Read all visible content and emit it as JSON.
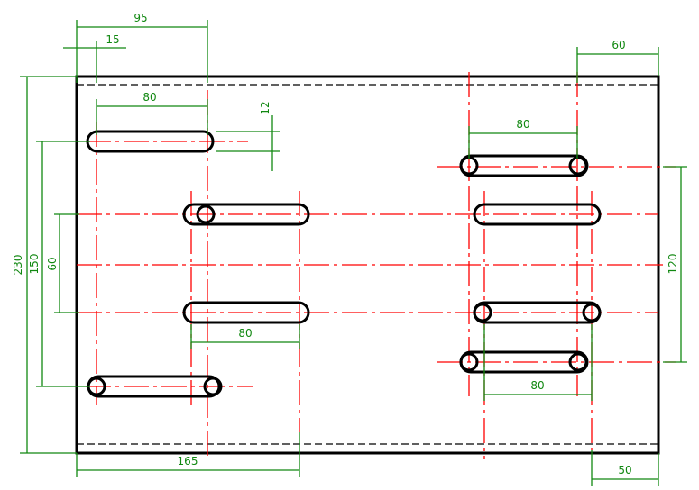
{
  "colors": {
    "outline": "#000000",
    "centerline": "#ff0000",
    "dimension": "#118811"
  },
  "dimensions": {
    "d95": "95",
    "d15": "15",
    "d60_top": "60",
    "d80_a": "80",
    "d12": "12",
    "d80_b": "80",
    "d230": "230",
    "d150": "150",
    "d60_left": "60",
    "d120": "120",
    "d80_c": "80",
    "d80_d": "80",
    "d165": "165",
    "d50": "50"
  }
}
